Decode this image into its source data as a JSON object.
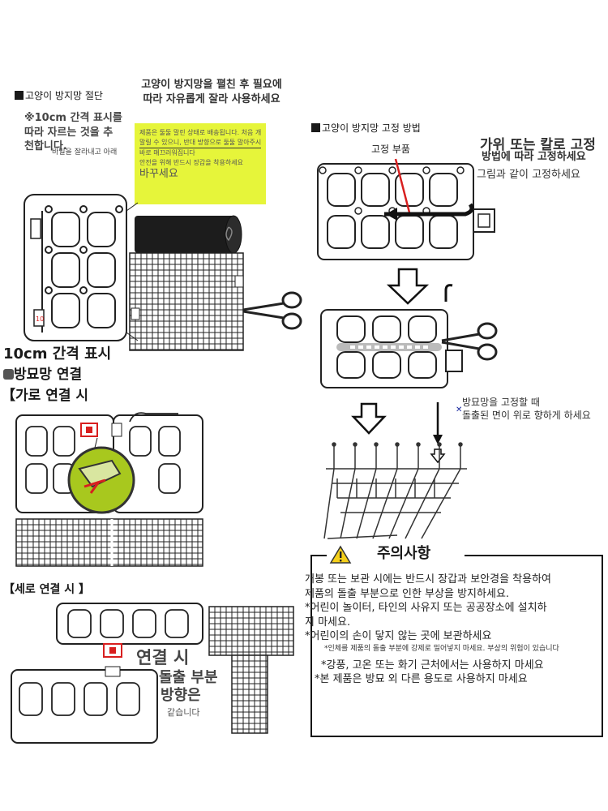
{
  "cut_section": {
    "title": "고양이 방지망 절단",
    "note_line1": "※10cm 간격 표시를",
    "note_line2": "따라 자르는 것을 추",
    "note_line3": "천합니다.",
    "note_overlap": "바일을 잘라내고 아래",
    "top_note_line1": "고양이 방지망을 펼친 후 필요에",
    "top_note_line2": "따라 자유롭게 잘라 사용하세요",
    "yellow_line1": "제품은 둘둘 말린 상태로 배송됩니다. 처음 개봉 시",
    "yellow_line2": "말릴 수 있으니, 반대 방향으로 둘둘 말아주시면",
    "yellow_line3": "바로 매끄러워집니다",
    "yellow_line4": "안전을 위해 반드시 장갑을 착용하세요",
    "yellow_line5": "바꾸세요",
    "interval_label": "10cm 간격 표시"
  },
  "connect_section": {
    "title": "방묘망 연결",
    "horizontal_label": "【가로 연결 시",
    "vertical_label": "【세로 연결 시 】",
    "overlay_big1": "연결 시",
    "overlay_big2": "돌출 부분",
    "overlay_big3": "방향은",
    "overlay_small": "같습니다"
  },
  "fix_section": {
    "title": "고양이 방지망 고정 방법",
    "part_label": "고정 부품",
    "right_line1": "가위 또는 칼로 고정",
    "right_line2": "방법에 따라 고정하세요",
    "right_line3": "그림과 같이 고정하세요",
    "fix_note_line1": "방묘망을 고정할 때",
    "fix_note_line2": "돌출된 면이 위로 향하게 하세요"
  },
  "warning": {
    "title": "주의사항",
    "line1": "개봉 또는 보관 시에는 반드시 장갑과 보안경을 착용하여",
    "line2": "제품의 돌출 부분으로 인한 부상을 방지하세요.",
    "line3": "*어린이 놀이터, 타인의 사유지 또는 공공장소에 설치하",
    "line4": "지 마세요.",
    "line5": "*어린이의 손이 닿지 않는 곳에 보관하세요",
    "line6": "*인체를 제품의 돌출 부분에 강제로 밀어넣지 마세요. 부상의 위험이 있습니다",
    "line7": "*강풍, 고온 또는 화기 근처에서는 사용하지 마세요",
    "line8": "*본 제품은 방묘 외 다른 용도로 사용하지 마세요"
  },
  "colors": {
    "highlight_yellow": "#e6f53a",
    "accent_red": "#d81f1f",
    "magnifier_green": "#a8c81e",
    "warning_yellow": "#f5d01a"
  }
}
